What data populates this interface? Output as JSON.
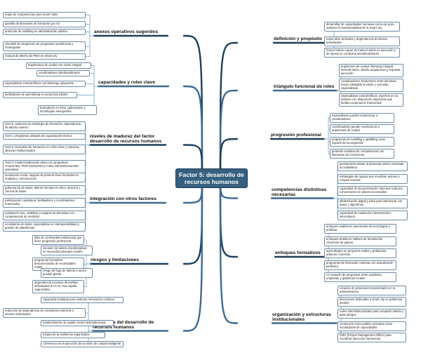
{
  "central": "Factor 5: desarrollo de recursos humanos",
  "colors": {
    "dark": "#1d3f5c",
    "mid": "#3d6a93",
    "light": "#8fb6d9",
    "central_fill": "#35607f",
    "leaf_border": "#6f8aa5"
  },
  "left": [
    {
      "label": "anexos operativos sugeridos",
      "leaves": [
        "mapa de competencias para smart cities",
        "plantilla de itinerarios de formación por rol",
        "protocolo de reskilling en administración pública",
        "checklist de integración de programas académicos y municipales",
        "manual de diseño de PMO en smart city"
      ]
    },
    {
      "label": "capacidades y roles clave",
      "leaves": [
        "arquitectura de ciudad con visión integral",
        "coordinadores interdisciplinares",
        "especialistas costcientíficos con liderazgo adyacente",
        "facilitadores de aprendizaje en proyectos pilotos",
        "formadores en ética, gobernanza y tecnologías emergentes"
      ]
    },
    {
      "label": "niveles de madurez del factor desarrollo de recursos humanos",
      "leaves": [
        "nivel 0: ausencia de estrategia de formación; dependencia de talento externo",
        "nivel 1: programas aislados de capacitación técnica",
        "nivel 2: itinerarios de formación en roles clave y primeras alianzas institucionales",
        "nivel 3: institucionalización plena con programas recurrentes, PMO transversal y redes interinstitucionales operativas"
      ]
    },
    {
      "label": "integración con otros factores",
      "leaves": [
        "aceptación social: equipos de primera línea formados en empatía y comunicación",
        "gobernanza de datos: talento formado en ética, derecho y ciencia de datos",
        "participación ciudadana: facilitadores y coordinadores entrenados",
        "evaluación GyL: analistas y equipos de bienestar con competencias de medición",
        "ecosistema de datos: especialistas en interoperabilidad y gestión de plataformas"
      ]
    },
    {
      "label": "riesgos y limitaciones",
      "leaves": [
        "falta de continuidad institucional que frene progresión profesional",
        "escasez de talento interdisciplinar en mercados laborales locales",
        "programas formativos desconectados de necesidades reales",
        "riesgo de fuga de talento a sector privado global",
        "dependencia excesiva de perfiles individuales si no se crea capital organizativo"
      ]
    },
    {
      "label": "beneficios del desarrollo de recursos humanos",
      "leaves": [
        "capacidad instalada para sostener innovación continua",
        "reducción de dependencia de consultores externos o actores individuales",
        "fortalecimiento de capital social interinstitucional",
        "mejora de la resiliencia organizativa",
        "coherencia en la ejecución de la visión de ciudad inteligente"
      ]
    }
  ],
  "right": [
    {
      "label": "definición y propósito",
      "leaves": [
        "desarrollar de capacidades humanas como eje para sostener la transversalidad de la smart city",
        "evitar silos verticales y dependencia de héroes individuales",
        "formar talento capaz de traducir visión en ejecución y de operar en contextos interdisciplinares"
      ]
    },
    {
      "label": "triángulo funcional de roles",
      "leaves": [
        "arquitectos de ciudad: liderazgo integral, formula visión, diseña arquitectura y orquesta ejecución",
        "coordinadores: traductores entre dominios, hacen inteligible la visión y conectan especialistas",
        "especialistas costcientíficos: expertos en su dominio con disposición adyacente que facilita cooperación transversal"
      ]
    },
    {
      "label": "progresión profesional",
      "leaves": [
        "especialistas pueden evolucionar a coordinadores",
        "coordinadores pueden evolucionar a arquitectos de ciudad",
        "programas de reskilling y upskilling como soporte de la progresión",
        "pirámide evolutiva de competencias con itinerarios de crecimiento"
      ]
    },
    {
      "label": "competencias distintivas necesarias",
      "leaves": [
        "pensamiento desde la demanda (visión orientada al ciudadano)",
        "estrategias de ruptura que movilicen actores y rompan inercias",
        "capacidad de documentación clara que traduzca conocimiento en planes accionables",
        "alfabetización digital y ética para interactuar con datos y algoritmos",
        "capacidad de mediación intersectorial e intercultural"
      ]
    },
    {
      "label": "enfoques formativos",
      "leaves": [
        "enfoques analíticos: panoramas de tecnologías y políticas",
        "enfoques sintéticos: talleres de formulación coherente de planes",
        "aprendizajes en proyectos reales y problemas urbanos concretos",
        "programas de formación continua con actualización periódica",
        "co-creación de programas entre academia, empresas y gobiernos locales"
      ]
    },
    {
      "label": "organización y estructuras institucionales",
      "leaves": [
        "creación de posiciones transversales en la administración",
        "direcciones dedicadas a smart city en gobiernos locales",
        "redes interinstitucionales para compartir talento y aprendizajes",
        "consorcios cívico-público-privados como incubadoras de capacidades",
        "PMO (Project Management Office) para coordinar ejecución transversal"
      ]
    }
  ]
}
